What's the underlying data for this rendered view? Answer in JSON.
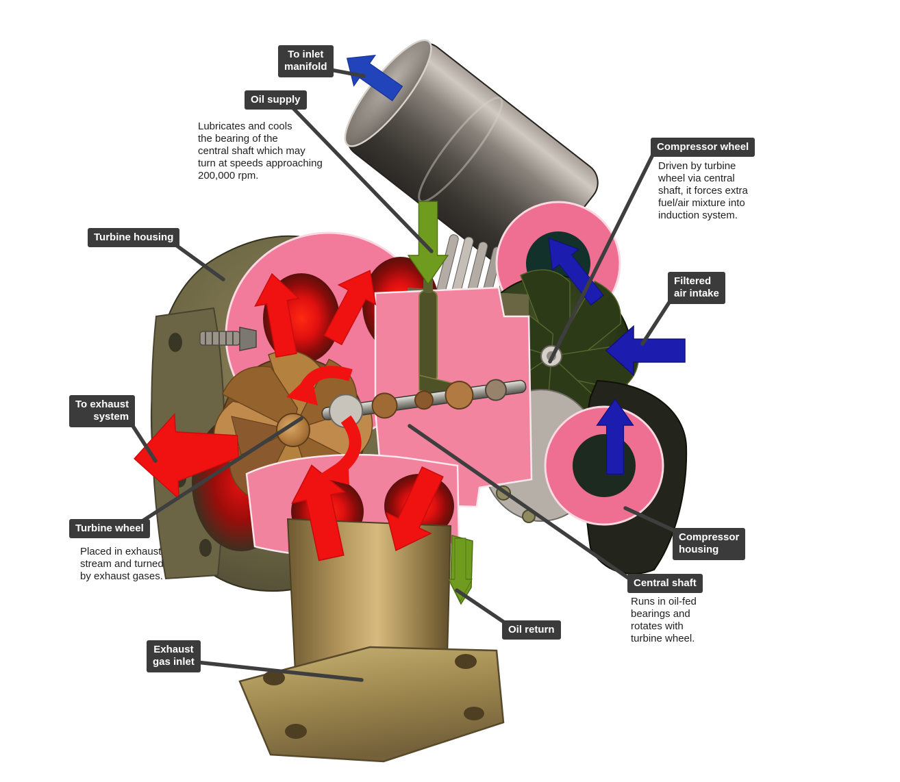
{
  "figure": {
    "callouts": {
      "to_inlet_manifold": {
        "label": "To inlet\nmanifold"
      },
      "oil_supply": {
        "label": "Oil supply",
        "note": "Lubricates and cools\nthe bearing of the\ncentral shaft which may\nturn at speeds approaching\n200,000 rpm."
      },
      "compressor_wheel": {
        "label": "Compressor wheel",
        "note": "Driven by turbine\nwheel via central\nshaft, it forces extra\nfuel/air mixture into\ninduction system."
      },
      "filtered_air_intake": {
        "label": "Filtered\nair intake"
      },
      "turbine_housing": {
        "label": "Turbine housing"
      },
      "to_exhaust_system": {
        "label": "To exhaust\nsystem"
      },
      "turbine_wheel": {
        "label": "Turbine wheel",
        "note": "Placed in exhaust\nstream and turned\nby exhaust gases."
      },
      "compressor_housing": {
        "label": "Compressor\nhousing"
      },
      "central_shaft": {
        "label": "Central shaft",
        "note": "Runs in oil-fed\nbearings and\nrotates with\nturbine wheel."
      },
      "oil_return": {
        "label": "Oil return"
      },
      "exhaust_gas_inlet": {
        "label": "Exhaust\ngas inlet"
      }
    },
    "flow_colors": {
      "exhaust_gas": "#ee1111",
      "intake_air": "#1c1cae",
      "oil": "#6f9c1e",
      "cut_surface": "#f27b9b",
      "housing_metal": "#6c6644",
      "callout_background": "#3b3b3b"
    }
  }
}
